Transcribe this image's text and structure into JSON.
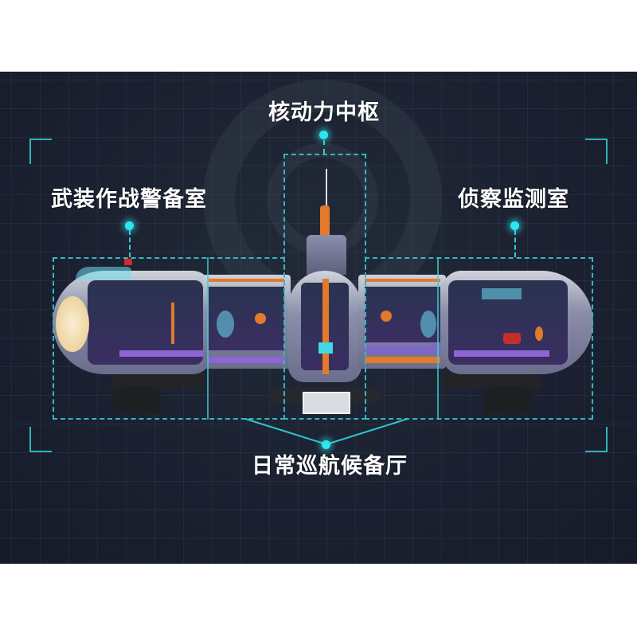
{
  "labels": {
    "top": "核动力中枢",
    "left": "武装作战警备室",
    "right": "侦察监测室",
    "bottom": "日常巡航候备厅"
  },
  "colors": {
    "background": "#1b2130",
    "accent_cyan": "#2fe6f0",
    "dashed_line": "#31b8c2",
    "label_text": "#ffffff"
  },
  "figure": {
    "subject": "submarine-cutaway-model",
    "sections": [
      "武装作战警备室",
      "核动力中枢",
      "侦察监测室",
      "日常巡航候备厅"
    ]
  }
}
